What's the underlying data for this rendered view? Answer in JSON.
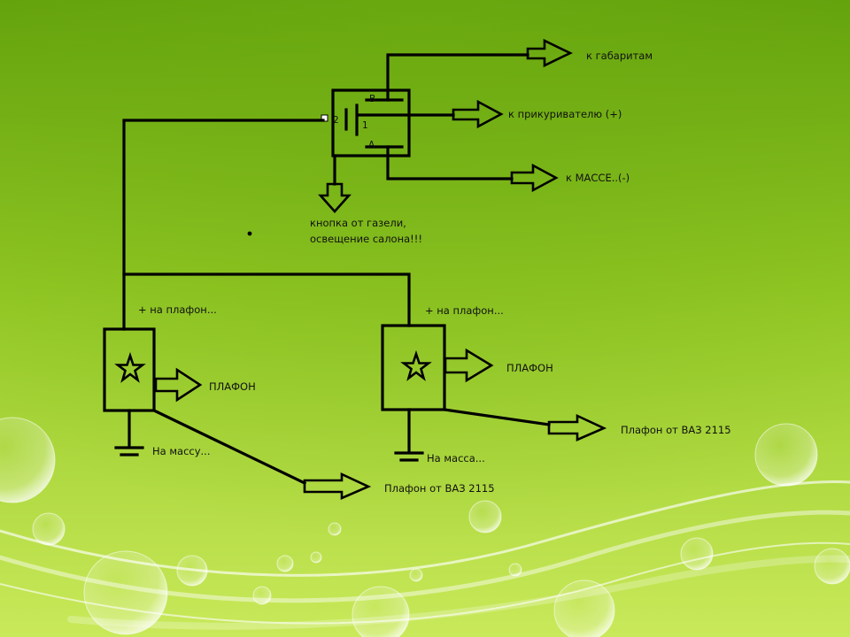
{
  "colors": {
    "background_light": "#c4e64a",
    "background_dark": "#5a9a10",
    "wire": "#000000",
    "text": "#111111"
  },
  "switch": {
    "pin_b": "B",
    "pin_2": "2",
    "pin_1": "1",
    "pin_a": "A"
  },
  "labels": {
    "to_gabarit": "к габаритам",
    "to_lighter": "к прикуривателю (+)",
    "to_ground": "к МАССЕ..(-)",
    "button_line1": "кнопка от газели,",
    "button_line2": "освещение салона!!!",
    "plus_left": "+ на плафон...",
    "plus_right": "+ на плафон...",
    "lamp_left": "ПЛАФОН",
    "lamp_right": "ПЛАФОН",
    "ground_left": "На массу...",
    "ground_right": "На масса...",
    "vaz_left": "Плафон от ВАЗ 2115",
    "vaz_right": "Плафон от ВАЗ 2115"
  },
  "icons": {
    "lamp": "star-icon",
    "ground": "ground-icon",
    "arrow": "arrow-right-icon",
    "arrow_down": "arrow-down-icon"
  }
}
